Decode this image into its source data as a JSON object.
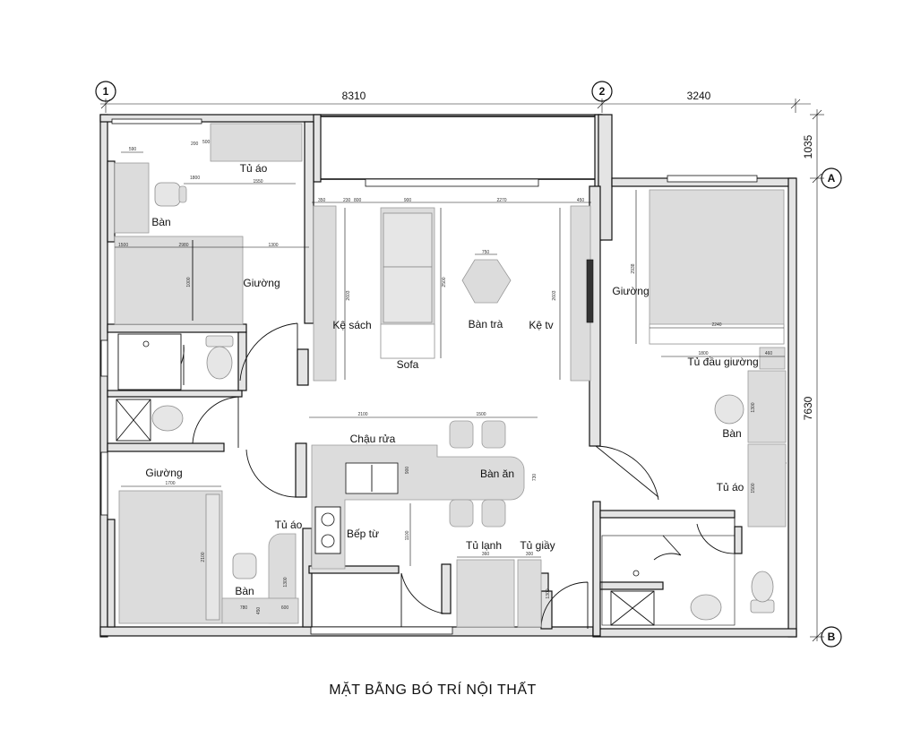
{
  "title": "MẶT BẰNG BÓ TRÍ NỘI THẤT",
  "axes": {
    "a1": "1",
    "a2": "2",
    "aA": "A",
    "aB": "B"
  },
  "dimensions": {
    "top_left": "8310",
    "top_right": "3240",
    "right_small": "1035",
    "right_big": "7630"
  },
  "rooms": {
    "bed1_wardrobe": "Tủ áo",
    "bed1_desk": "Bàn",
    "bed1_bed": "Giường",
    "bookshelf": "Kệ sách",
    "sofa": "Sofa",
    "coffee_table": "Bàn trà",
    "tv_shelf": "Kệ tv",
    "bed3_bed": "Giường",
    "nightstand": "Tủ đầu giường",
    "bed3_desk": "Bàn",
    "bed3_wardrobe": "Tủ áo",
    "sink": "Chậu rửa",
    "dining": "Bàn ăn",
    "hob": "Bếp từ",
    "fridge": "Tủ lạnh",
    "shoe_cabinet": "Tủ giầy",
    "bed2_bed": "Giường",
    "bed2_wardrobe": "Tủ áo",
    "bed2_desk": "Bàn"
  },
  "small_dims": {
    "d590": "590",
    "d200": "200",
    "d500": "500",
    "d1800": "1800",
    "d1550": "1550",
    "d2980": "2980",
    "d1000": "1000",
    "d1300": "1300",
    "d1500": "1500",
    "d350": "350",
    "d230": "230",
    "d800": "800",
    "d900": "900",
    "d2270": "2270",
    "d450": "450",
    "d750": "750",
    "d2603": "2603",
    "d2500": "2500",
    "d2603b": "2603",
    "d2938": "2938",
    "d2240": "2240",
    "d1800b": "1800",
    "d460": "460",
    "d1300b": "1300",
    "d600": "600",
    "d1500b": "1500",
    "d2100": "2100",
    "d1500c": "1500",
    "d900b": "900",
    "d730": "730",
    "d1100": "1100",
    "d360": "360",
    "d300": "300",
    "d1300c": "1300",
    "d1700": "1700",
    "d2100b": "2100",
    "d1300d": "1300",
    "d780": "780",
    "d450b": "450",
    "d600b": "600"
  }
}
